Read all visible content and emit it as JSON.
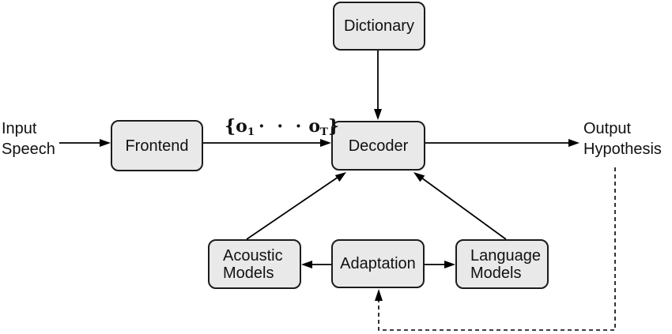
{
  "nodes": {
    "dictionary": {
      "label": "Dictionary"
    },
    "frontend": {
      "label": "Frontend"
    },
    "decoder": {
      "label": "Decoder"
    },
    "acoustic_models": {
      "label": "Acoustic\nModels"
    },
    "adaptation": {
      "label": "Adaptation"
    },
    "language_models": {
      "label": "Language\nModels"
    }
  },
  "labels": {
    "input": {
      "label": "Input\nSpeech"
    },
    "output": {
      "label": "Output\nHypothesis"
    },
    "observation": {
      "open": "{o",
      "sub1": "1",
      "dots": "· · ·",
      "o2": "o",
      "subT": "T",
      "close": "}"
    }
  },
  "colors": {
    "background": "#ffffff",
    "box_fill": "#e9e9e9",
    "box_border": "#1c1c1c",
    "line": "#000000",
    "text": "#111111"
  }
}
